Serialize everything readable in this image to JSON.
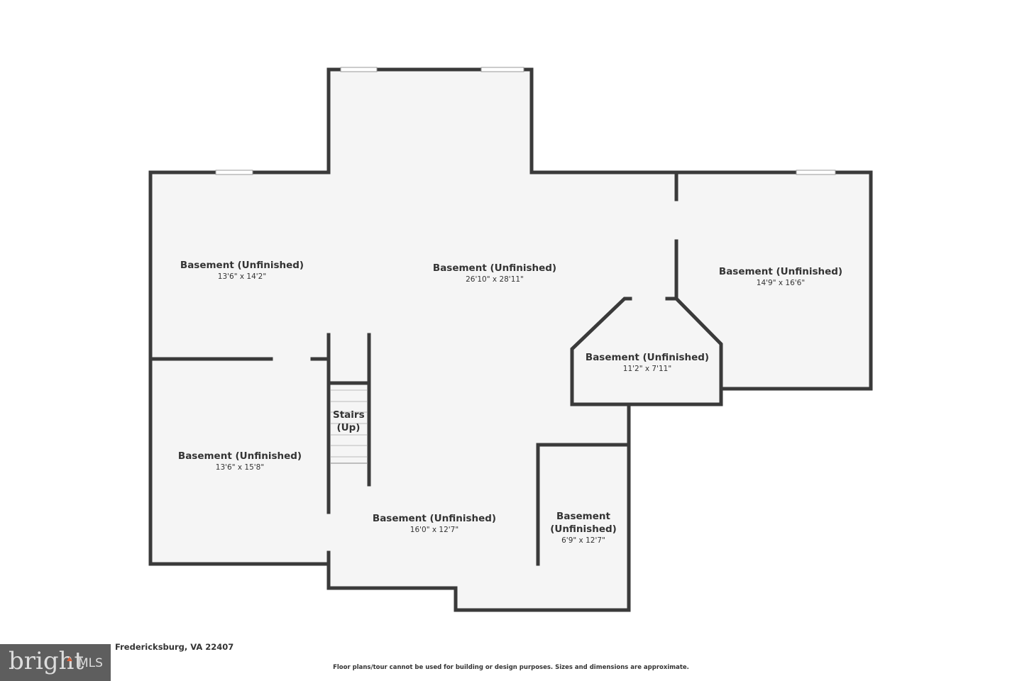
{
  "rooms": [
    {
      "name": "Basement (Unfinished)",
      "dims": "13'6\" x 14'2\""
    },
    {
      "name": "Basement (Unfinished)",
      "dims": "26'10\" x 28'11\""
    },
    {
      "name": "Basement (Unfinished)",
      "dims": "14'9\" x 16'6\""
    },
    {
      "name": "Basement (Unfinished)",
      "dims": "11'2\" x 7'11\""
    },
    {
      "name": "Stairs (Up)",
      "dims": ""
    },
    {
      "name": "Basement (Unfinished)",
      "dims": "13'6\" x 15'8\""
    },
    {
      "name": "Basement (Unfinished)",
      "dims": "16'0\" x 12'7\""
    },
    {
      "name": "Basement (Unfinished)",
      "dims": "6'9\" x 12'7\""
    }
  ],
  "address": "Fredericksburg, VA 22407",
  "logo": {
    "brand": "bright",
    "suffix": "MLS"
  },
  "disclaimer": "Floor plans/tour cannot be used for building or design purposes. Sizes and dimensions are approximate.",
  "colors": {
    "wall": "#3a3a3a",
    "floor": "#f5f5f5",
    "accent": "#d8613c"
  }
}
